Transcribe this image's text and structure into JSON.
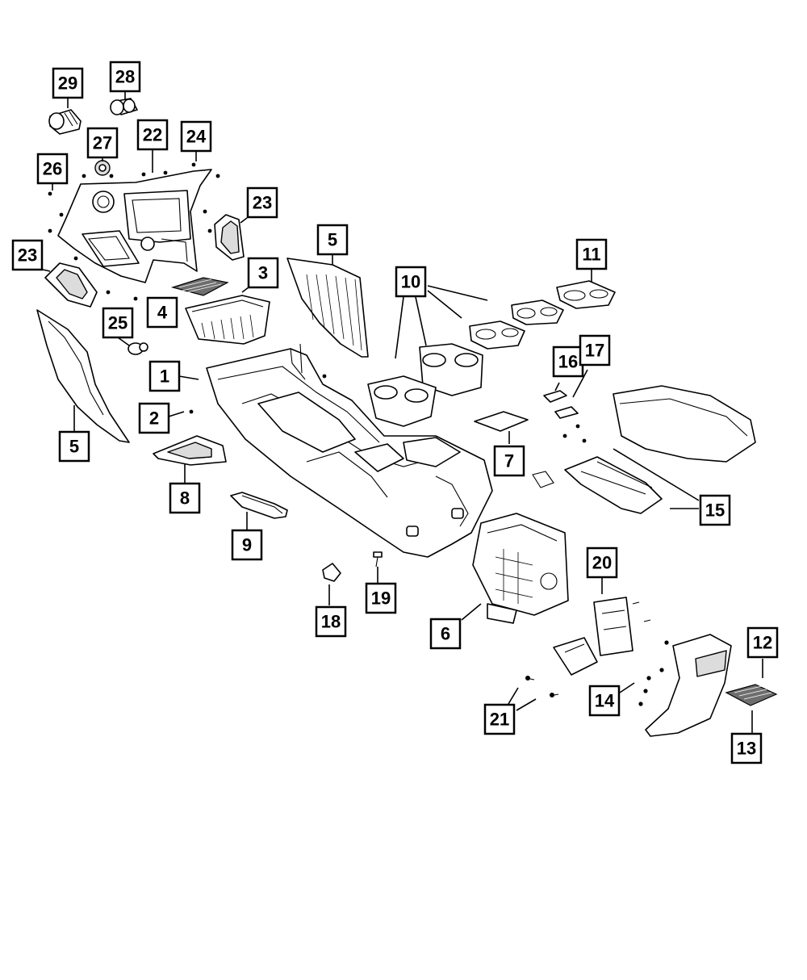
{
  "diagram": {
    "callouts": [
      {
        "id": "c29",
        "label": "29"
      },
      {
        "id": "c28",
        "label": "28"
      },
      {
        "id": "c27",
        "label": "27"
      },
      {
        "id": "c22",
        "label": "22"
      },
      {
        "id": "c24",
        "label": "24"
      },
      {
        "id": "c26",
        "label": "26"
      },
      {
        "id": "c23a",
        "label": "23"
      },
      {
        "id": "c23b",
        "label": "23"
      },
      {
        "id": "c5a",
        "label": "5"
      },
      {
        "id": "c3",
        "label": "3"
      },
      {
        "id": "c4",
        "label": "4"
      },
      {
        "id": "c25",
        "label": "25"
      },
      {
        "id": "c10",
        "label": "10"
      },
      {
        "id": "c11",
        "label": "11"
      },
      {
        "id": "c1",
        "label": "1"
      },
      {
        "id": "c2",
        "label": "2"
      },
      {
        "id": "c5b",
        "label": "5"
      },
      {
        "id": "c16",
        "label": "16"
      },
      {
        "id": "c17",
        "label": "17"
      },
      {
        "id": "c8",
        "label": "8"
      },
      {
        "id": "c7",
        "label": "7"
      },
      {
        "id": "c15",
        "label": "15"
      },
      {
        "id": "c9",
        "label": "9"
      },
      {
        "id": "c20",
        "label": "20"
      },
      {
        "id": "c19",
        "label": "19"
      },
      {
        "id": "c18",
        "label": "18"
      },
      {
        "id": "c6",
        "label": "6"
      },
      {
        "id": "c12",
        "label": "12"
      },
      {
        "id": "c14",
        "label": "14"
      },
      {
        "id": "c21",
        "label": "21"
      },
      {
        "id": "c13",
        "label": "13"
      }
    ]
  }
}
